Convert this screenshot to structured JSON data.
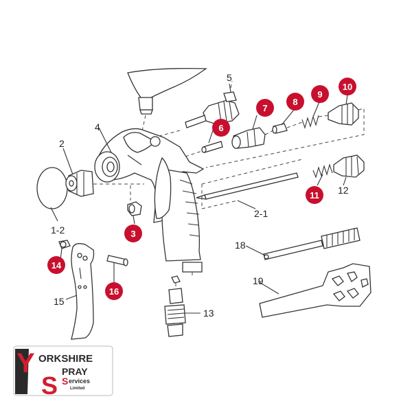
{
  "labels": {
    "l1_2": "1-2",
    "l2": "2",
    "l2_1": "2-1",
    "l4": "4",
    "l5": "5",
    "l12": "12",
    "l13": "13",
    "l15": "15",
    "l18": "18",
    "l19": "19"
  },
  "badges": {
    "b3": "3",
    "b6": "6",
    "b7": "7",
    "b8": "8",
    "b9": "9",
    "b10": "10",
    "b11": "11",
    "b14": "14",
    "b16": "16"
  },
  "logo": {
    "y_letter": "Y",
    "s_letter": "S",
    "orkshire": "ORKSHIRE",
    "pray": "PRAY",
    "s_small": "S",
    "ervices": "ervices",
    "limited": "Limited"
  },
  "colors": {
    "badge": "#c8102e",
    "logo_red": "#d01f2f",
    "logo_dark": "#2a2a2a"
  }
}
